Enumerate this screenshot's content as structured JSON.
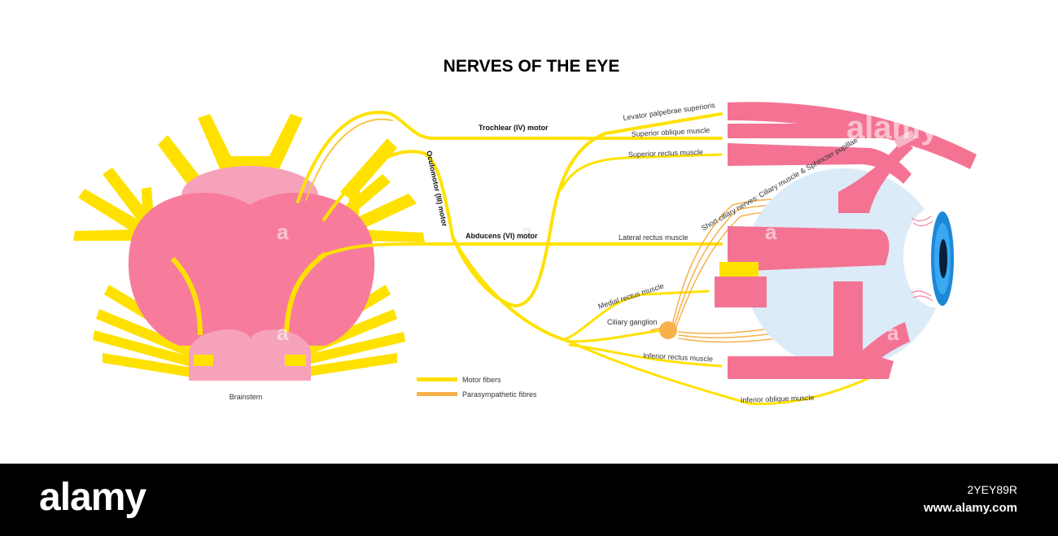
{
  "title": "NERVES OF THE EYE",
  "labels": {
    "brainstem": "Brainstem",
    "trochlear": "Trochlear (IV) motor",
    "oculomotor": "Oculomotor (III) motor",
    "abducens": "Abducens (VI) motor",
    "levator": "Levator palpebrae superioris",
    "superior_oblique": "Superior oblique muscle",
    "superior_rectus": "Superior rectus muscle",
    "short_ciliary": "Short ciliary nerves: Ciliary muscle & Sphincter pupillae",
    "lateral_rectus": "Lateral rectus muscle",
    "medial_rectus": "Medial rectus muscle",
    "ciliary_ganglion": "Ciliary ganglion",
    "inferior_rectus": "Inferior rectus muscle",
    "inferior_oblique": "Inferior oblique muscle"
  },
  "legend": [
    {
      "label": "Motor fibers",
      "color": "#ffe100"
    },
    {
      "label": "Parasympathetic fibres",
      "color": "#f6b14a"
    }
  ],
  "colors": {
    "motor": "#ffe100",
    "parasympathetic": "#f6b14a",
    "muscle": "#f47393",
    "brainstem": "#f77c9b",
    "brainstem_light": "#f6a2bb",
    "eyeball": "#dcebf8",
    "iris": "#1e88d8"
  },
  "watermarks": {
    "stock_a": "a",
    "stock_word": "alamy"
  },
  "footer": {
    "logo": "alamy",
    "image_id": "2YEY89R",
    "url": "www.alamy.com"
  }
}
